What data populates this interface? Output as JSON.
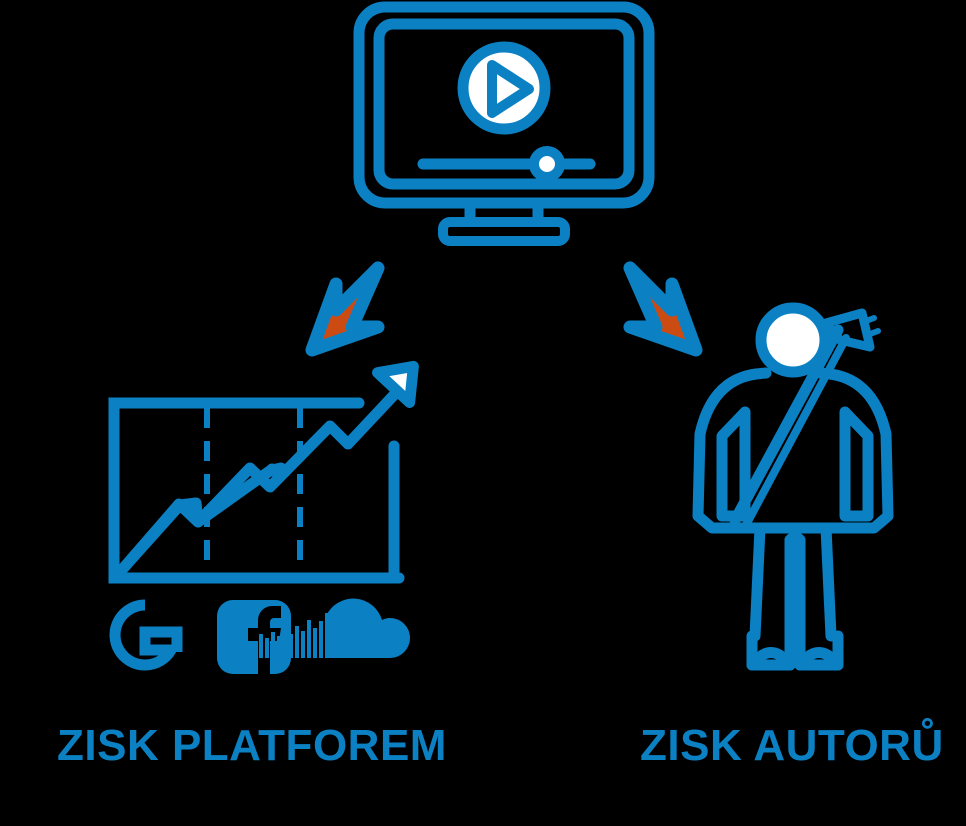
{
  "theme": {
    "background": "#000000",
    "brand_blue": "#0b81c4",
    "accent_orange": "#cc4b12",
    "knockout": "#ffffff"
  },
  "diagram": {
    "title_visible": false,
    "source_node": {
      "icon": "video-monitor-icon",
      "parts": [
        "monitor-outer-frame",
        "monitor-inner-frame",
        "play-button-circle",
        "play-triangle",
        "progress-bar-track",
        "progress-bar-knob",
        "monitor-stand-neck",
        "monitor-stand-base"
      ]
    },
    "connectors": [
      {
        "name": "arrow-to-platforms",
        "direction": "down-left",
        "fill": "#cc4b12",
        "stroke": "#0b81c4"
      },
      {
        "name": "arrow-to-authors",
        "direction": "down-right",
        "fill": "#cc4b12",
        "stroke": "#0b81c4"
      }
    ],
    "branches": [
      {
        "id": "platforms",
        "label": "ZISK PLATFOREM",
        "icon": "growth-chart-icon",
        "logos": [
          {
            "name": "google-logo",
            "label": "G"
          },
          {
            "name": "facebook-logo",
            "label": "f"
          },
          {
            "name": "soundcloud-logo",
            "label": "cloud-waveform"
          }
        ]
      },
      {
        "id": "authors",
        "label": "ZISK AUTORŮ",
        "icon": "musician-with-guitar-icon",
        "logos": []
      }
    ]
  },
  "labels": {
    "left": "ZISK PLATFOREM",
    "right": "ZISK AUTORŮ"
  }
}
